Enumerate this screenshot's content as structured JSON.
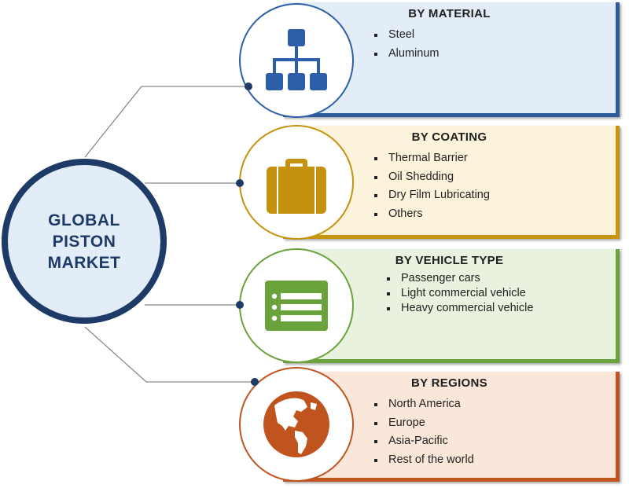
{
  "center": {
    "line1": "GLOBAL",
    "line2": "PISTON",
    "line3": "MARKET"
  },
  "segments": [
    {
      "title": "BY MATERIAL",
      "items": [
        "Steel",
        "Aluminum"
      ],
      "icon": "hierarchy-icon",
      "accent": "#2c5fa8",
      "panel_bg": "#e3edf8",
      "panel_edge": "#2e5b98"
    },
    {
      "title": "BY COATING",
      "items": [
        "Thermal Barrier",
        "Oil Shedding",
        "Dry Film Lubricating",
        "Others"
      ],
      "icon": "briefcase-icon",
      "accent": "#c4920f",
      "panel_bg": "#fcf3dc",
      "panel_edge": "#c8960e"
    },
    {
      "title": "BY VEHICLE TYPE",
      "items": [
        "Passenger cars",
        "Light commercial vehicle",
        "Heavy commercial vehicle"
      ],
      "icon": "list-window-icon",
      "accent": "#6aa33c",
      "panel_bg": "#e8f2de",
      "panel_edge": "#6aa33c"
    },
    {
      "title": "BY REGIONS",
      "items": [
        "North America",
        "Europe",
        "Asia-Pacific",
        "Rest of the world"
      ],
      "icon": "globe-icon",
      "accent": "#c0541e",
      "panel_bg": "#fbe6da",
      "panel_edge": "#c0541e"
    }
  ]
}
